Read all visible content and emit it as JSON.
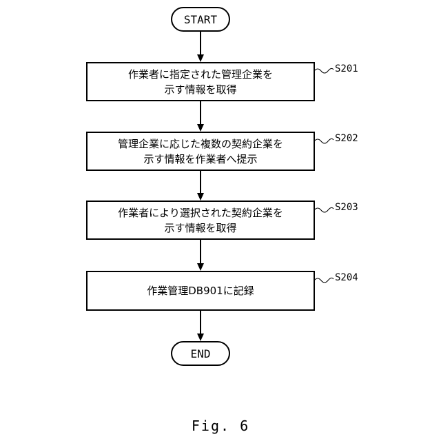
{
  "flowchart": {
    "start": "START",
    "end": "END",
    "steps": [
      {
        "id": "S201",
        "lines": [
          "作業者に指定された管理企業を",
          "示す情報を取得"
        ]
      },
      {
        "id": "S202",
        "lines": [
          "管理企業に応じた複数の契約企業を",
          "示す情報を作業者へ提示"
        ]
      },
      {
        "id": "S203",
        "lines": [
          "作業者により選択された契約企業を",
          "示す情報を取得"
        ]
      },
      {
        "id": "S204",
        "lines": [
          "作業管理DB901に記録"
        ]
      }
    ]
  },
  "caption": "Fig. 6"
}
